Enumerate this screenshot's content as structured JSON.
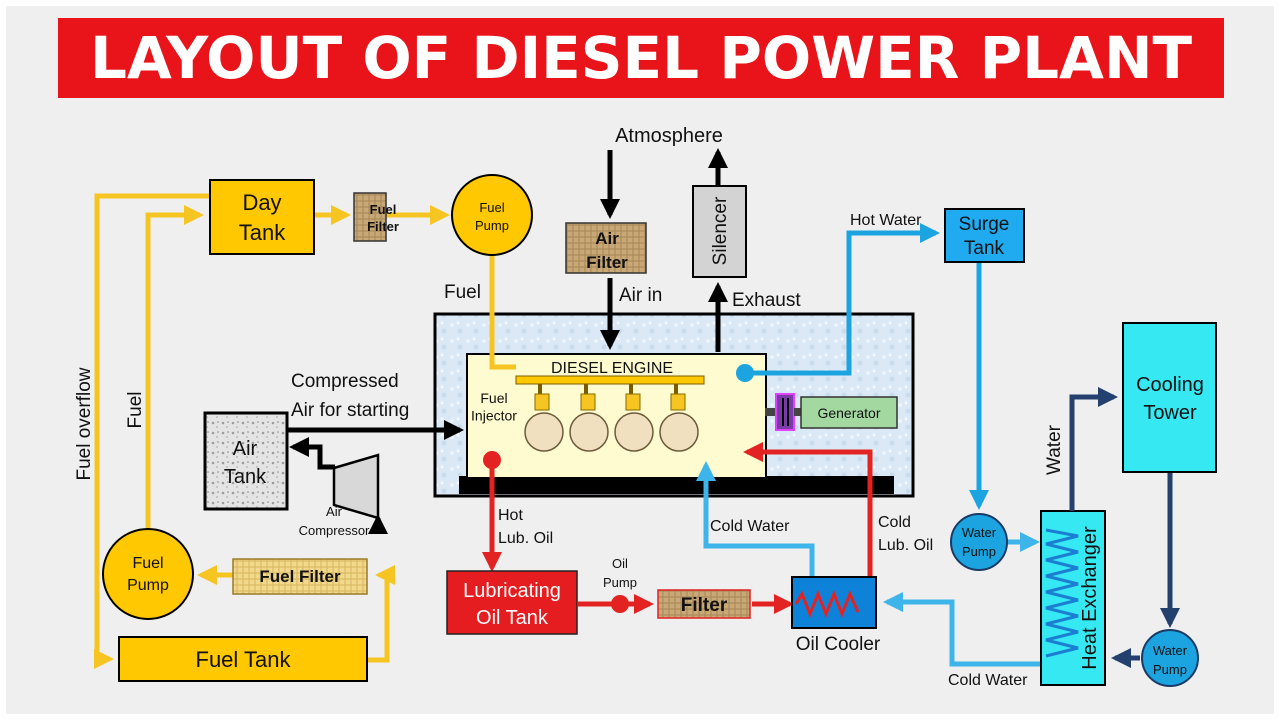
{
  "title": "LAYOUT OF DIESEL POWER PLANT",
  "colors": {
    "title_bg": "#e8141a",
    "fuel_line": "#f7c521",
    "fuel_box": "#ffc800",
    "hot_water": "#1ba4e0",
    "cold_water": "#3db4ea",
    "oil_line": "#e32222",
    "air_line": "#000000",
    "dark_water": "#23406e",
    "tower": "#35e8f2",
    "surge_tank": "#20aaf0",
    "engine_body": "#fffbd0",
    "generator": "#a3d9a0",
    "silencer": "#d3d3d3",
    "lub_oil_tank": "#e51c20"
  },
  "components": {
    "day_tank": "Day\nTank",
    "fuel_filter_top": "Fuel\nFilter",
    "fuel_pump_top": "Fuel\nPump",
    "air_filter": "Air\nFilter",
    "silencer": "Silencer",
    "surge_tank": "Surge\nTank",
    "diesel_engine": "DIESEL ENGINE",
    "generator": "Generator",
    "cooling_tower": "Cooling\nTower",
    "air_tank": "Air\nTank",
    "air_compressor": "Air\nCompressor",
    "fuel_pump_bottom": "Fuel\nPump",
    "fuel_filter_bottom": "Fuel Filter",
    "fuel_tank": "Fuel Tank",
    "lubricating_oil_tank": "Lubricating\nOil Tank",
    "oil_pump": "Oil\nPump",
    "filter": "Filter",
    "oil_cooler": "Oil Cooler",
    "water_pump_left": "Water\nPump",
    "water_pump_right": "Water\nPump",
    "heat_exchanger": "Heat Exchanger",
    "fuel_injector": "Fuel\nInjector"
  },
  "labels": {
    "atmosphere": "Atmosphere",
    "air_in": "Air in",
    "exhaust": "Exhaust",
    "hot_water": "Hot Water",
    "fuel": "Fuel",
    "compressed_air": "Compressed\nAir for starting",
    "fuel_overflow": "Fuel overflow",
    "fuel_vertical": "Fuel",
    "water": "Water",
    "hot_lub_oil": "Hot\nLub. Oil",
    "cold_water_1": "Cold Water",
    "cold_lub_oil": "Cold\nLub. Oil",
    "cold_water_2": "Cold Water"
  }
}
